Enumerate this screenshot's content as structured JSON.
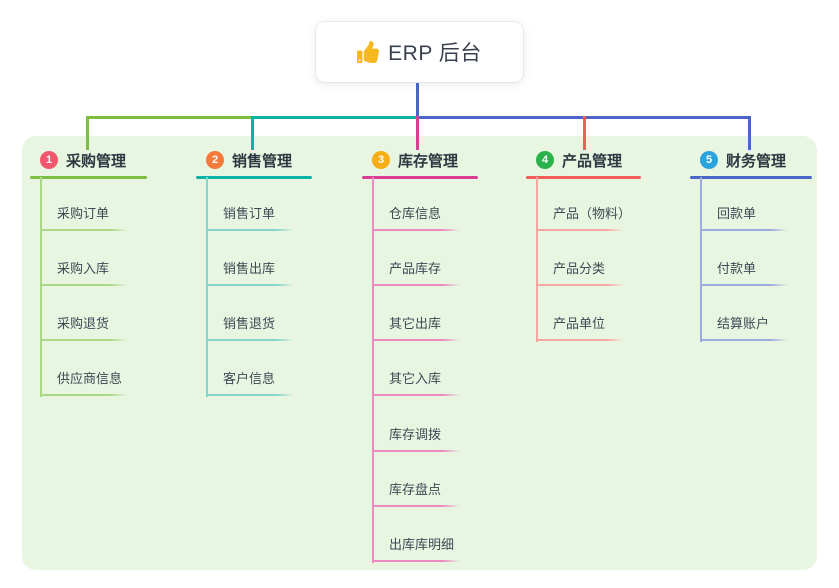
{
  "root": {
    "title": "ERP 后台",
    "icon": "thumbs-up-icon"
  },
  "colors": {
    "panel_bg": "#e8f6e1",
    "root_stem": "#4b66c9",
    "root_text": "#3a414e",
    "thumb_icon": "#f5b81f"
  },
  "branches": [
    {
      "badge": "1",
      "label": "采购管理",
      "badge_color": "#f0566c",
      "line_color": "#7cbe41",
      "child_line_color": "#abd787",
      "children": [
        "采购订单",
        "采购入库",
        "采购退货",
        "供应商信息"
      ]
    },
    {
      "badge": "2",
      "label": "销售管理",
      "badge_color": "#f47a3c",
      "line_color": "#0db3a7",
      "child_line_color": "#84d6cc",
      "children": [
        "销售订单",
        "销售出库",
        "销售退货",
        "客户信息"
      ]
    },
    {
      "badge": "3",
      "label": "库存管理",
      "badge_color": "#f7ad16",
      "line_color": "#da3e92",
      "child_line_color": "#ec8ac1",
      "children": [
        "仓库信息",
        "产品库存",
        "其它出库",
        "其它入库",
        "库存调拨",
        "库存盘点",
        "出库库明细"
      ]
    },
    {
      "badge": "4",
      "label": "产品管理",
      "badge_color": "#2bb24c",
      "line_color": "#f15e57",
      "child_line_color": "#f8a6a1",
      "children": [
        "产品（物料）",
        "产品分类",
        "产品单位"
      ]
    },
    {
      "badge": "5",
      "label": "财务管理",
      "badge_color": "#2ba4dd",
      "line_color": "#4b66c9",
      "child_line_color": "#9cabdf",
      "children": [
        "回款单",
        "付款单",
        "结算账户"
      ]
    }
  ]
}
